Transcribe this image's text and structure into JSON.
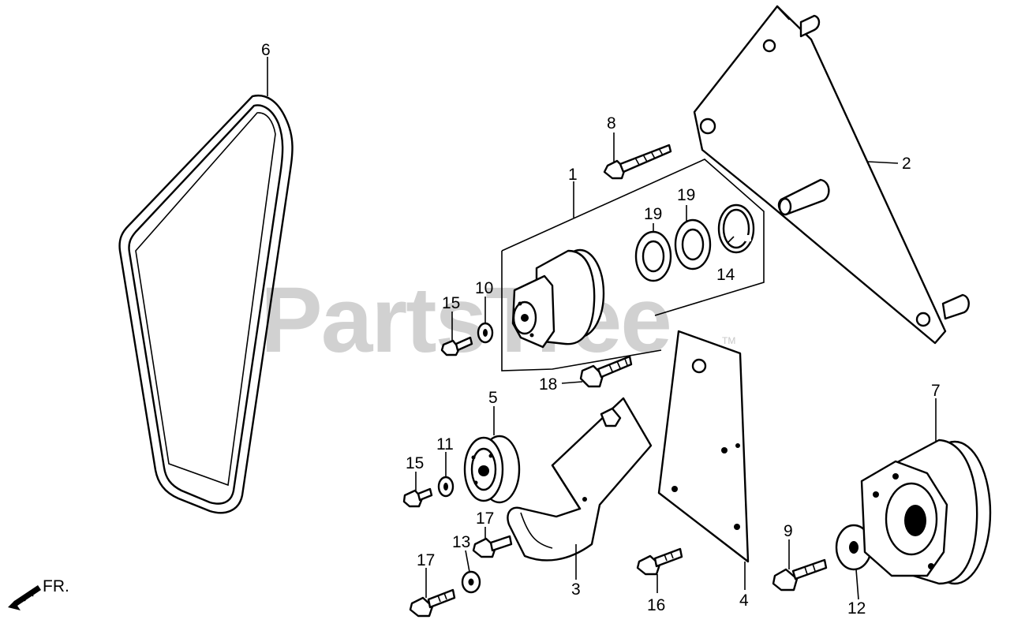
{
  "watermark": {
    "text": "PartsTree",
    "trademark": "TM"
  },
  "direction_marker": {
    "text": "FR."
  },
  "callouts": {
    "c1": "1",
    "c2": "2",
    "c3": "3",
    "c4": "4",
    "c5": "5",
    "c6": "6",
    "c7": "7",
    "c8": "8",
    "c9": "9",
    "c10": "10",
    "c11": "11",
    "c12": "12",
    "c13": "13",
    "c14": "14",
    "c15a": "15",
    "c15b": "15",
    "c16": "16",
    "c17a": "17",
    "c17b": "17",
    "c18": "18",
    "c19a": "19",
    "c19b": "19"
  }
}
